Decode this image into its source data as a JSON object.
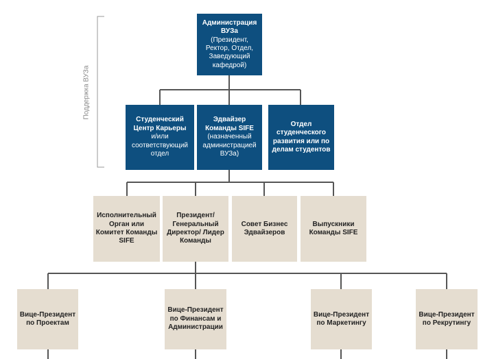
{
  "side_label": "Поддержка ВУЗа",
  "admin": {
    "title": "Администрация ВУЗа",
    "sub": "(Президент, Ректор, Отдел, Заведующий кафедрой)"
  },
  "level2": [
    {
      "title": "Студенческий Центр Карьеры",
      "sub": "и/или соответствующий отдел"
    },
    {
      "title": "Эдвайзер Команды SIFE",
      "sub": "(назначенный администрацией ВУЗа)"
    },
    {
      "title": "Отдел студенческого развития или по делам студентов",
      "sub": ""
    }
  ],
  "level3": [
    {
      "title": "Исполнительный Орган или Комитет Команды SIFE"
    },
    {
      "title": "Президент/ Генеральный Директор/ Лидер Команды"
    },
    {
      "title": "Совет Бизнес Эдвайзеров"
    },
    {
      "title": "Выпускники Команды SIFE"
    }
  ],
  "level4": [
    {
      "title": "Вице-Президент по Проектам"
    },
    {
      "title": "Вице-Президент по Финансам и Администрации"
    },
    {
      "title": "Вице-Президент по Маркетингу"
    },
    {
      "title": "Вице-Президент по Рекрутингу"
    }
  ],
  "colors": {
    "blue": "#0e4f7f",
    "beige": "#e5ddd0",
    "line": "#555555"
  }
}
